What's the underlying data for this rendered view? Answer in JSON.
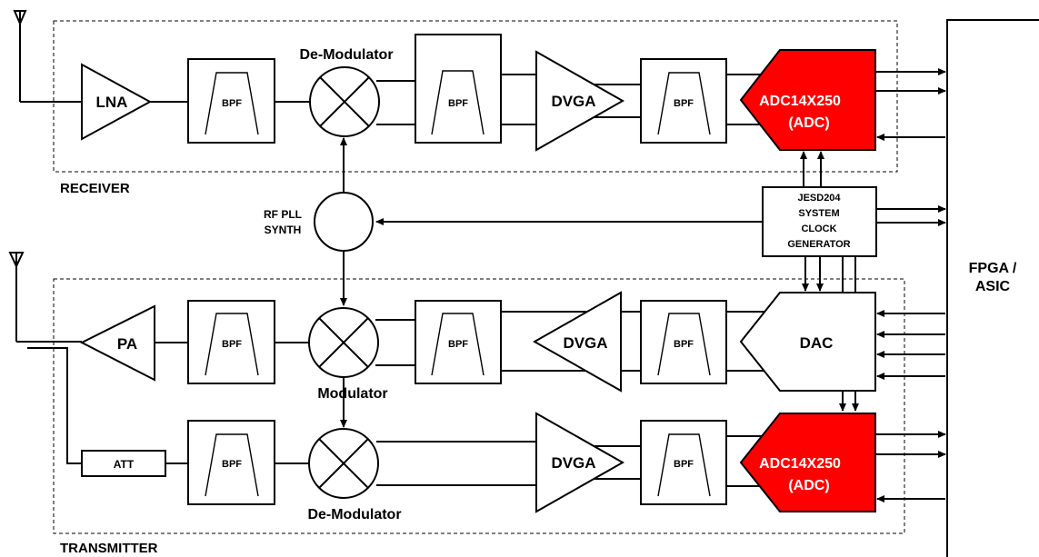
{
  "labels": {
    "receiver": "RECEIVER",
    "transmitter": "TRANSMITTER",
    "lna": "LNA",
    "pa": "PA",
    "att": "ATT",
    "bpf": "BPF",
    "dvga": "DVGA",
    "dac": "DAC",
    "adc_line1": "ADC14X250",
    "adc_line2": "(ADC)",
    "demodulator": "De-Modulator",
    "modulator": "Modulator",
    "rfpll_line1": "RF PLL",
    "rfpll_line2": "SYNTH",
    "clk_line1": "JESD204",
    "clk_line2": "SYSTEM",
    "clk_line3": "CLOCK",
    "clk_line4": "GENERATOR",
    "fpga_line1": "FPGA /",
    "fpga_line2": "ASIC"
  },
  "colors": {
    "adc_fill": "#ff0000",
    "adc_text": "#ffffff",
    "line": "#000000"
  }
}
